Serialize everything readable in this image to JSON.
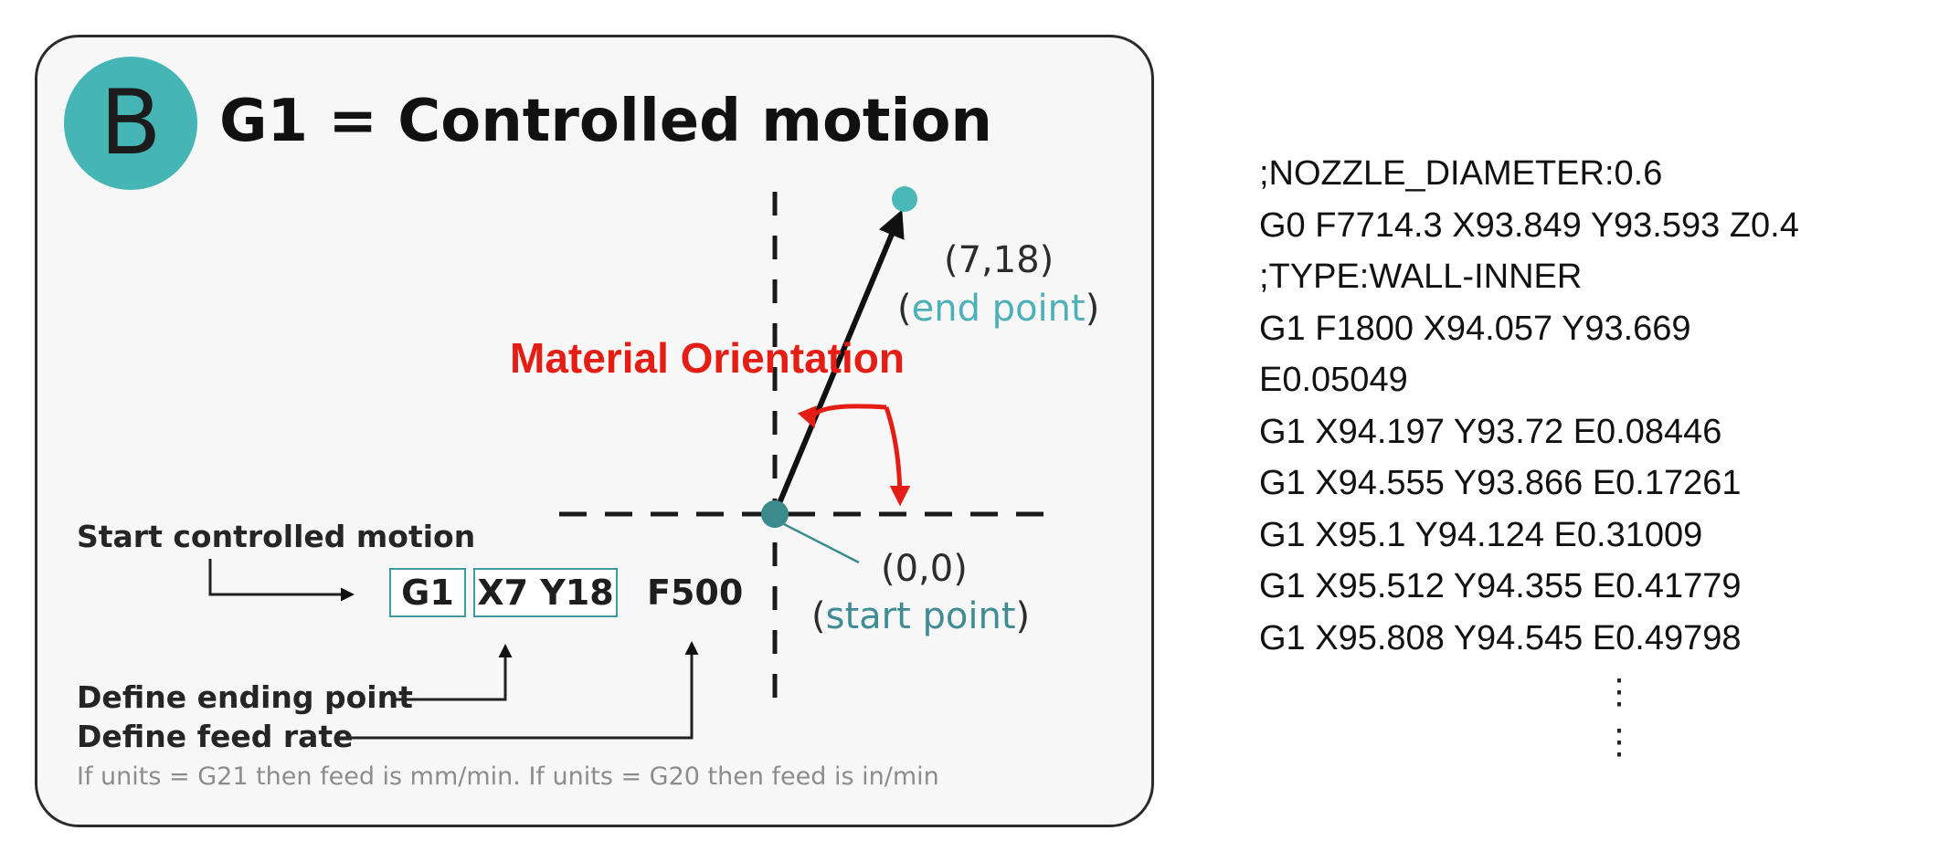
{
  "panel": {
    "badge": "B",
    "title": "G1 = Controlled motion",
    "end_coord": "(7,18)",
    "end_label": "end point",
    "start_coord": "(0,0)",
    "start_label": "start point",
    "orientation_label": "Material Orientation",
    "start_motion_label": "Start controlled motion",
    "cmd_g1": "G1",
    "cmd_xy": "X7 Y18",
    "cmd_f": "F500",
    "define_end_label": "Define ending point",
    "define_feed_label": "Define feed rate",
    "note": "If units = G21 then feed is mm/min. If units = G20 then feed is in/min"
  },
  "gcode": [
    ";NOZZLE_DIAMETER:0.6",
    "G0 F7714.3 X93.849 Y93.593 Z0.4",
    ";TYPE:WALL-INNER",
    "G1 F1800 X94.057 Y93.669",
    "E0.05049",
    "G1 X94.197 Y93.72 E0.08446",
    "G1 X94.555 Y93.866 E0.17261",
    "G1 X95.1 Y94.124 E0.31009",
    "G1 X95.512 Y94.355 E0.41779",
    "G1 X95.808 Y94.545 E0.49798"
  ],
  "gcode_continuation": [
    "⋮",
    "⋮"
  ],
  "colors": {
    "teal": "#45b5b5",
    "accent_red": "#e41e14",
    "start_point": "#3a8a8e"
  }
}
